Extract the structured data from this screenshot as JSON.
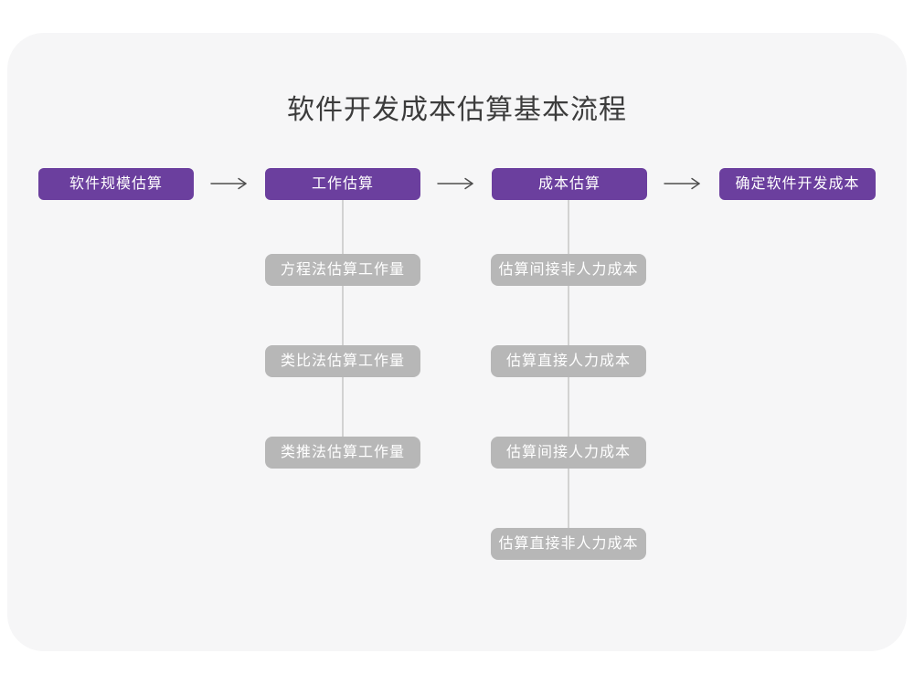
{
  "title": "软件开发成本估算基本流程",
  "stages": [
    {
      "label": "软件规模估算"
    },
    {
      "label": "工作估算"
    },
    {
      "label": "成本估算"
    },
    {
      "label": "确定软件开发成本"
    }
  ],
  "columns": [
    {
      "parent": "工作估算",
      "items": [
        {
          "label": "方程法估算工作量"
        },
        {
          "label": "类比法估算工作量"
        },
        {
          "label": "类推法估算工作量"
        }
      ]
    },
    {
      "parent": "成本估算",
      "items": [
        {
          "label": "估算间接非人力成本"
        },
        {
          "label": "估算直接人力成本"
        },
        {
          "label": "估算间接人力成本"
        },
        {
          "label": "估算直接非人力成本"
        }
      ]
    }
  ],
  "icons": {
    "arrow_right": "→"
  },
  "colors": {
    "page_bg": "#ffffff",
    "card_bg": "#f6f6f7",
    "stage_bg": "#6b3f9e",
    "stage_text": "#ffffff",
    "sub_bg": "#b7b7b7",
    "sub_text": "#ffffff",
    "arrow": "#4d4d4d",
    "connector": "#d2d2d2",
    "title_text": "#3c3c3c"
  }
}
